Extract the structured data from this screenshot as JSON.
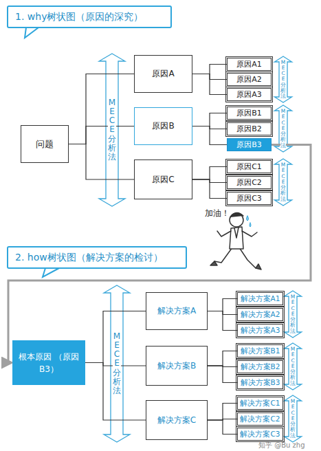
{
  "diagram": {
    "nodes": [
      {
        "text": [
          "1. why树状图（原因的深究）"
        ]
      },
      {
        "text": [
          "问题"
        ]
      },
      {
        "text": [
          "原因A"
        ]
      },
      {
        "text": [
          "原因A1"
        ]
      },
      {
        "text": [
          "原因A2"
        ]
      },
      {
        "text": [
          "原因A3"
        ]
      },
      {
        "text": [
          "原因B"
        ]
      },
      {
        "text": [
          "原因B1"
        ]
      },
      {
        "text": [
          "原因B2"
        ]
      },
      {
        "text": [
          "原因B3"
        ]
      },
      {
        "text": [
          "原因C"
        ]
      },
      {
        "text": [
          "原因C1"
        ]
      },
      {
        "text": [
          "原因C2"
        ]
      },
      {
        "text": [
          "原因C3"
        ]
      },
      {
        "text": [
          "2. how树状图（解决方案的检讨）"
        ]
      },
      {
        "text": [
          "根本原因 （原因B3）"
        ]
      },
      {
        "text": [
          "解决方案A"
        ]
      },
      {
        "text": [
          "解决方案A1"
        ]
      },
      {
        "text": [
          "解决方案A2"
        ]
      },
      {
        "text": [
          "解决方案A3"
        ]
      },
      {
        "text": [
          "解决方案B"
        ]
      },
      {
        "text": [
          "解决方案B1"
        ]
      },
      {
        "text": [
          "解决方案B2"
        ]
      },
      {
        "text": [
          "解决方案B3"
        ]
      },
      {
        "text": [
          "解决方案C"
        ]
      },
      {
        "text": [
          "解决方案C1"
        ]
      },
      {
        "text": [
          "解决方案C2"
        ]
      },
      {
        "text": [
          "解决方案C3"
        ]
      }
    ],
    "edges": [
      {
        "from": 1,
        "to": 2,
        "arrow": "none"
      },
      {
        "from": 1,
        "to": 6,
        "arrow": "none"
      },
      {
        "from": 1,
        "to": 10,
        "arrow": "none"
      },
      {
        "from": 2,
        "to": 3,
        "arrow": "none"
      },
      {
        "from": 2,
        "to": 4,
        "arrow": "none"
      },
      {
        "from": 2,
        "to": 5,
        "arrow": "none"
      },
      {
        "from": 6,
        "to": 7,
        "arrow": "none"
      },
      {
        "from": 6,
        "to": 8,
        "arrow": "none"
      },
      {
        "from": 6,
        "to": 9,
        "arrow": "none"
      },
      {
        "from": 10,
        "to": 11,
        "arrow": "none"
      },
      {
        "from": 10,
        "to": 12,
        "arrow": "none"
      },
      {
        "from": 10,
        "to": 13,
        "arrow": "none"
      },
      {
        "from": 9,
        "to": 15,
        "arrow": "to"
      },
      {
        "from": 15,
        "to": 16,
        "arrow": "none"
      },
      {
        "from": 15,
        "to": 20,
        "arrow": "none"
      },
      {
        "from": 15,
        "to": 24,
        "arrow": "none"
      },
      {
        "from": 16,
        "to": 17,
        "arrow": "none"
      },
      {
        "from": 16,
        "to": 18,
        "arrow": "none"
      },
      {
        "from": 16,
        "to": 19,
        "arrow": "none"
      },
      {
        "from": 20,
        "to": 21,
        "arrow": "none"
      },
      {
        "from": 20,
        "to": 22,
        "arrow": "none"
      },
      {
        "from": 20,
        "to": 23,
        "arrow": "none"
      },
      {
        "from": 24,
        "to": 25,
        "arrow": "none"
      },
      {
        "from": 24,
        "to": 26,
        "arrow": "none"
      },
      {
        "from": 24,
        "to": 27,
        "arrow": "none"
      }
    ],
    "labels": [
      "MECE分析法",
      "MECE分析法",
      "MECE分析法",
      "MECE分析法",
      "MECE分析法",
      "MECE分析法",
      "MECE分析法",
      "MECE分析法",
      "加油！",
      "知乎 @Bu zhg"
    ]
  }
}
